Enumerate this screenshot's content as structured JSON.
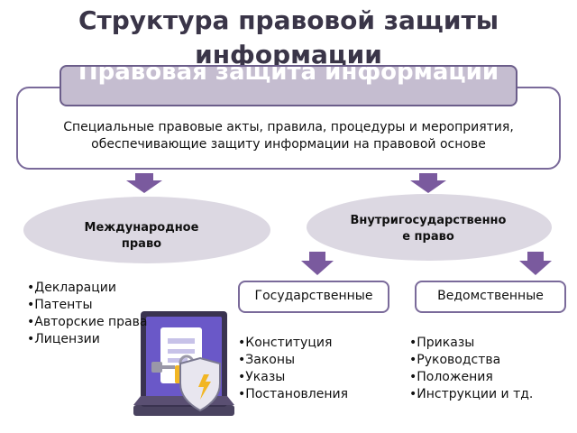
{
  "title": "Структура правовой защиты информации",
  "header_banner": "Правовая защита информации",
  "definition": "Специальные правовые акты, правила, процедуры и мероприятия, обеспечивающие защиту информации на правовой основе",
  "branches": {
    "international": {
      "label": "Международное право",
      "items": [
        "Декларации",
        "Патенты",
        "Авторские права",
        "Лицензии"
      ]
    },
    "domestic": {
      "label": "Внутригосударственное право",
      "sub": {
        "state": {
          "label": "Государственные",
          "items": [
            "Конституция",
            "Законы",
            "Указы",
            "Постановления"
          ]
        },
        "departmental": {
          "label": "Ведомственные",
          "items": [
            "Приказы",
            "Руководства",
            "Положения",
            "Инструкции и тд."
          ]
        }
      }
    }
  },
  "colors": {
    "accent": "#7a5a9e",
    "ellipse": "#dcd8e2",
    "border": "#7a6a9a",
    "banner": "#c5bdd0",
    "title": "#3a3548"
  }
}
